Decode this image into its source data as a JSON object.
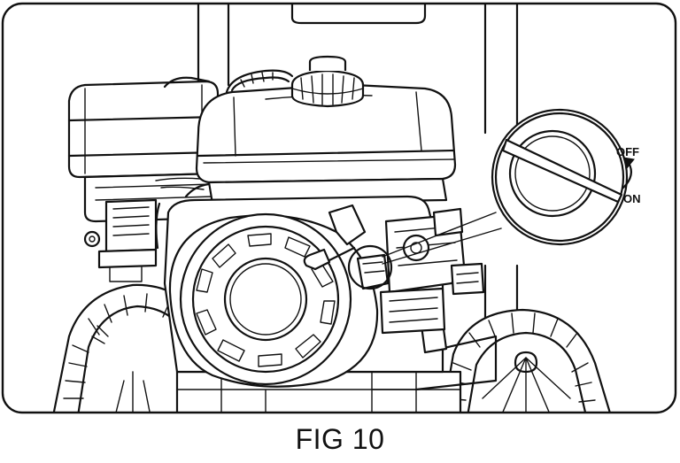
{
  "figure": {
    "caption": "FIG 10",
    "callout": {
      "label_off": "OFF",
      "label_on": "ON",
      "icon": "rotate-arrow-icon"
    }
  }
}
